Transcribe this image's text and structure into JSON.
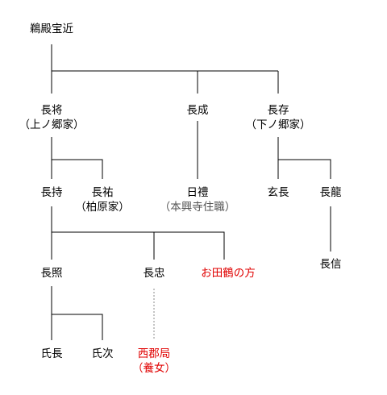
{
  "nodes": {
    "root": "鵜殿宝近",
    "nagamasa_u": "長将",
    "nagamasa_u_sub": "（上ノ郷家）",
    "nagashige": "長成",
    "nagaari": "長存",
    "nagaari_sub": "（下ノ郷家）",
    "nagamochi": "長持",
    "nagasuke": "長祐",
    "nagasuke_sub": "（柏原家）",
    "nichirei": "日禮",
    "nichirei_sub": "（本興寺住職）",
    "gencho": "玄長",
    "nagatatsu": "長龍",
    "nagateru": "長照",
    "nagatada": "長忠",
    "otazu": "お田鶴の方",
    "naganobu": "長信",
    "ujinaga": "氏長",
    "ujitsugu": "氏次",
    "saigo": "西郡局",
    "saigo_sub": "（養女）"
  },
  "colors": {
    "line": "#000000",
    "accent": "#e00000"
  }
}
